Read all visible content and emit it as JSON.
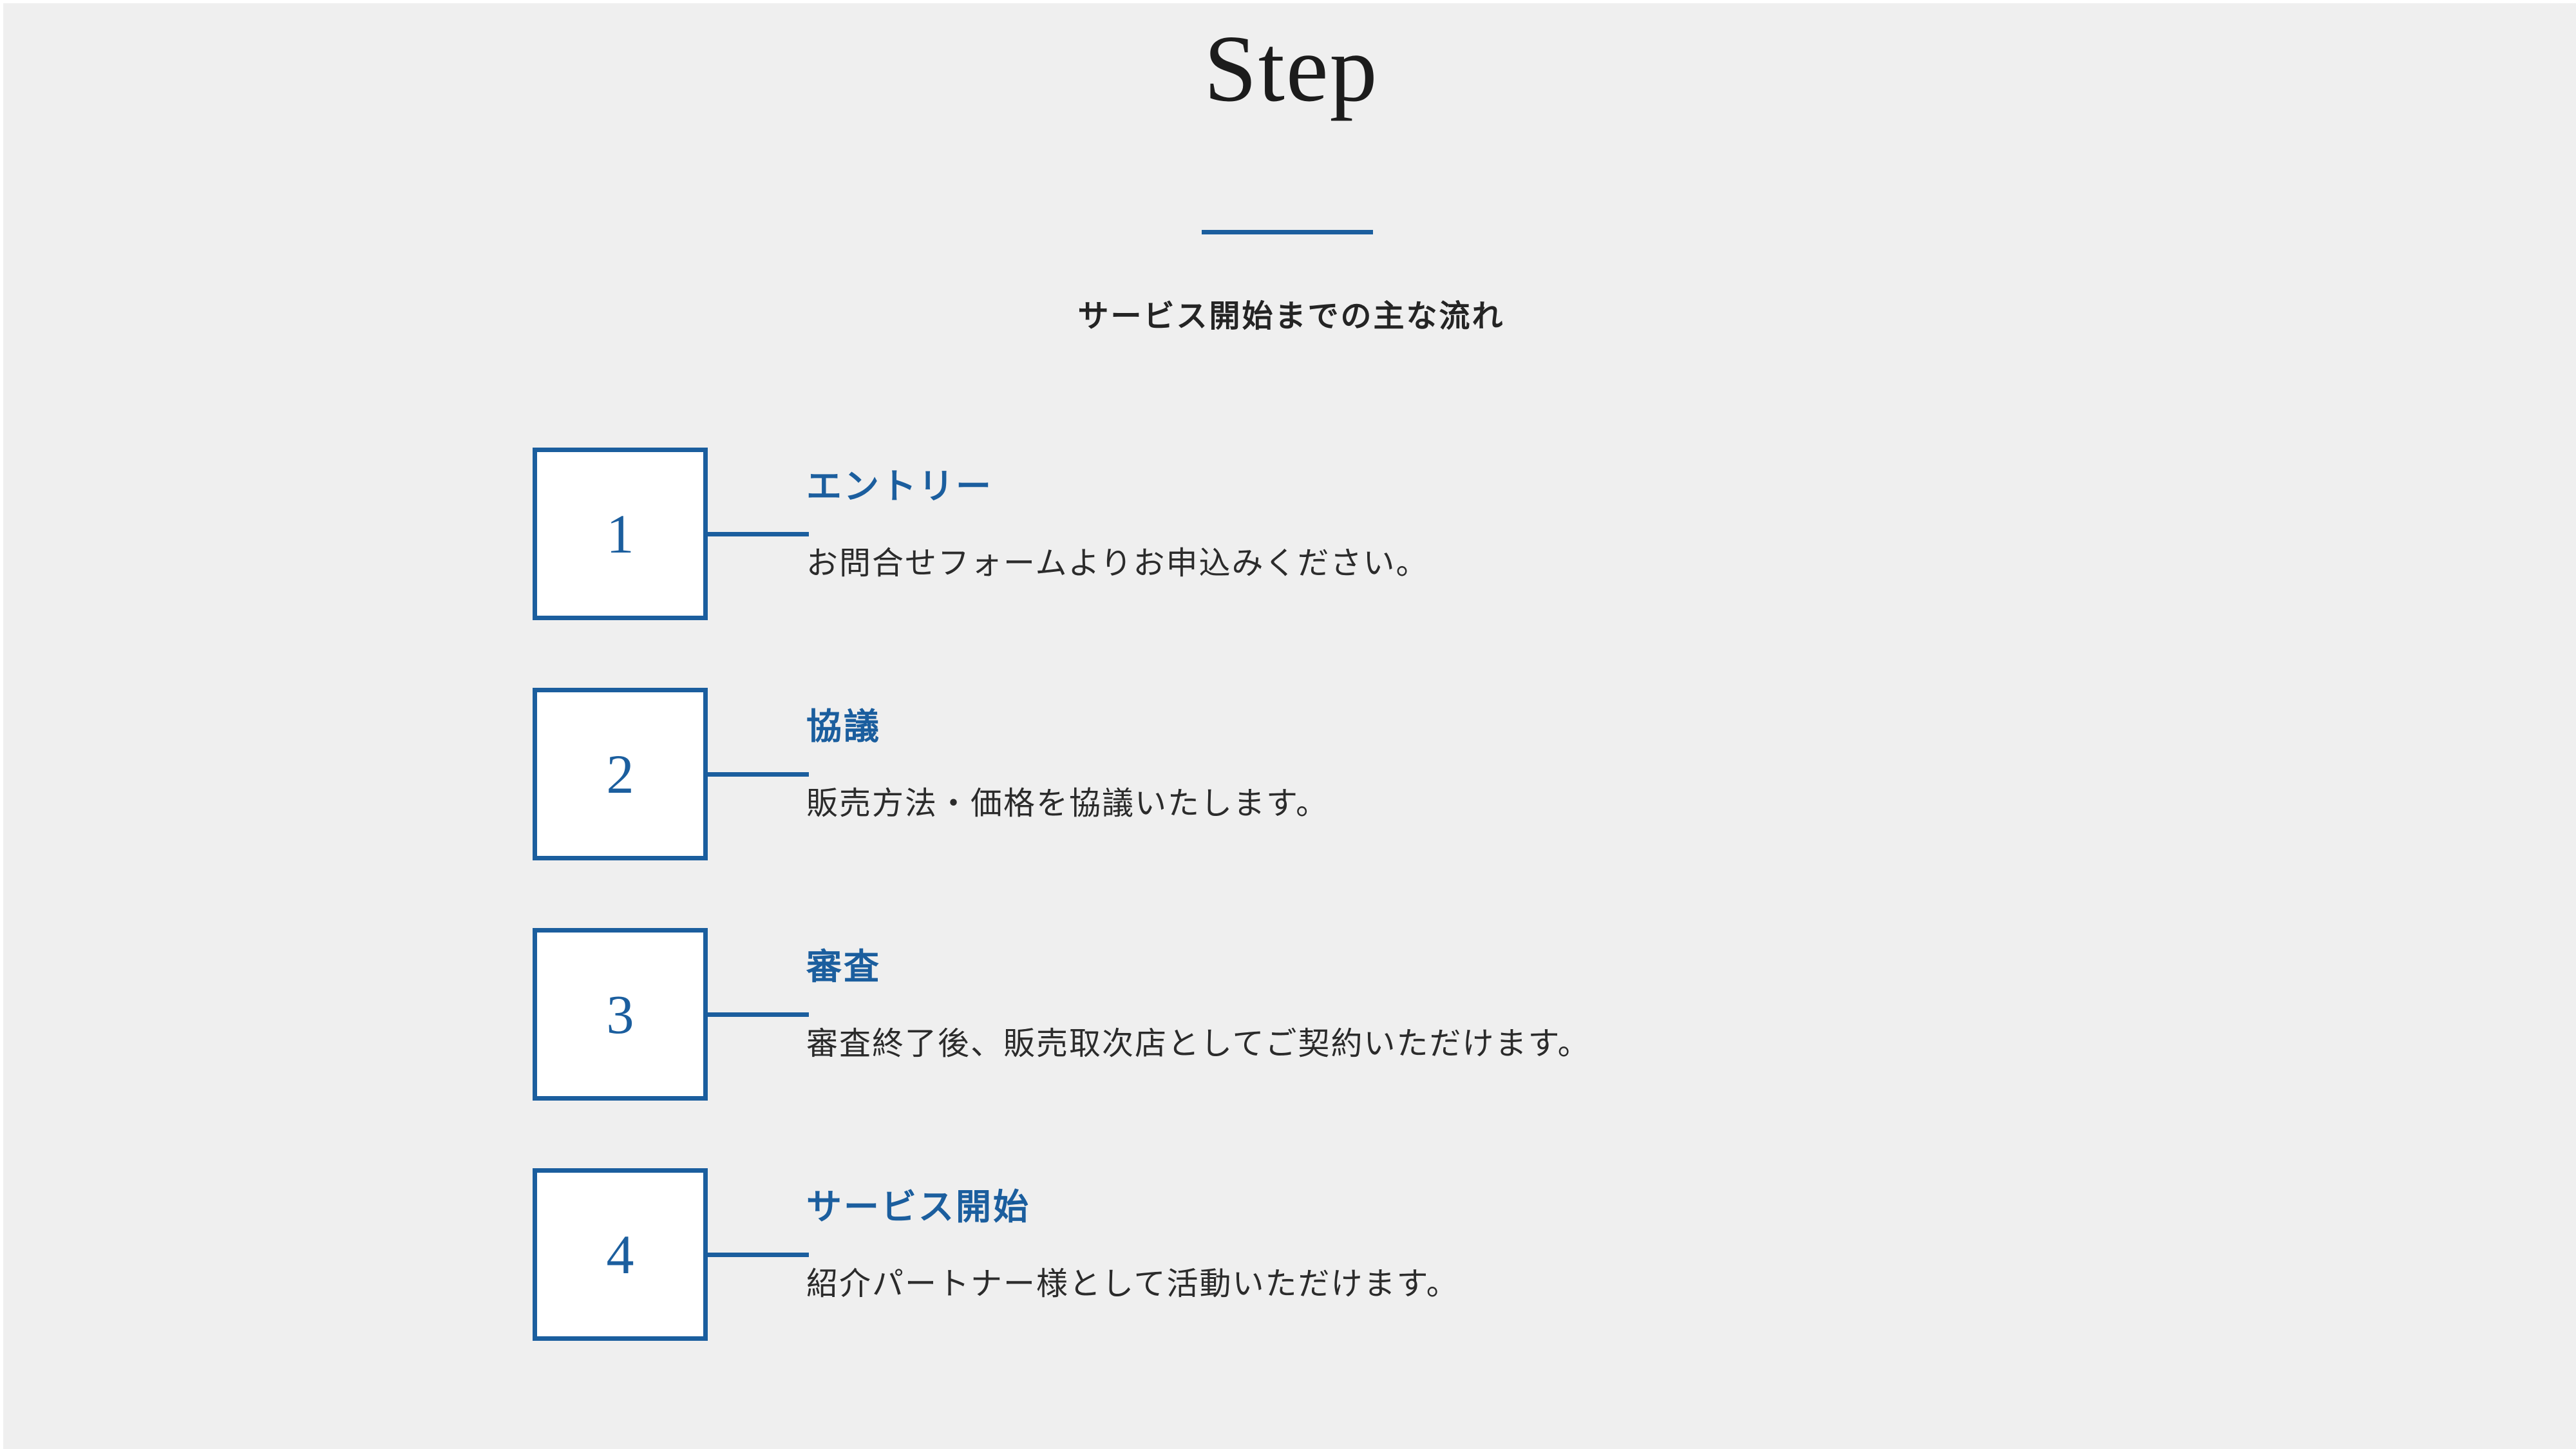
{
  "page": {
    "background_color": "#efefef",
    "accent_color": "#1b5e9e",
    "text_color": "#2b2b2b"
  },
  "header": {
    "title": "Step",
    "subtitle": "サービス開始までの主な流れ",
    "divider": "horizontal-rule"
  },
  "steps": [
    {
      "number": "1",
      "heading": "エントリー",
      "description": "お問合せフォームよりお申込みください。"
    },
    {
      "number": "2",
      "heading": "協議",
      "description": "販売方法・価格を協議いたします。"
    },
    {
      "number": "3",
      "heading": "審査",
      "description": "審査終了後、販売取次店としてご契約いただけます。"
    },
    {
      "number": "4",
      "heading": "サービス開始",
      "description": "紹介パートナー様として活動いただけます。"
    }
  ]
}
